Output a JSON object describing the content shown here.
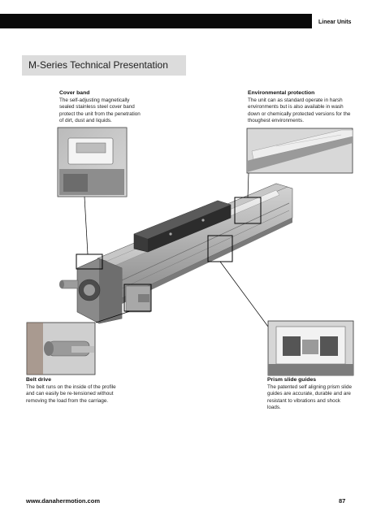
{
  "header": {
    "section": "Linear Units"
  },
  "title": "M-Series Technical Presentation",
  "callouts": {
    "cover_band": {
      "heading": "Cover band",
      "text": "The self-adjusting magnetically sealed stainless steel cover band protect the unit from the penetration of dirt, dust and liquids."
    },
    "environmental": {
      "heading": "Environmental protection",
      "text": "The unit can as standard operate in harsh environments but is also available in wash down or chemically protected versions for the thoughest environments."
    },
    "belt_drive": {
      "heading": "Belt drive",
      "text": "The belt runs on the inside of the profile and can easily be re-tensioned without removing the load from the carriage."
    },
    "prism_guides": {
      "heading": "Prism slide guides",
      "text": "The patented self aligning prism slide guides are accurate, durable and are resistant to vibrations and shock loads."
    }
  },
  "footer": {
    "url": "www.danahermotion.com",
    "page": "87"
  }
}
